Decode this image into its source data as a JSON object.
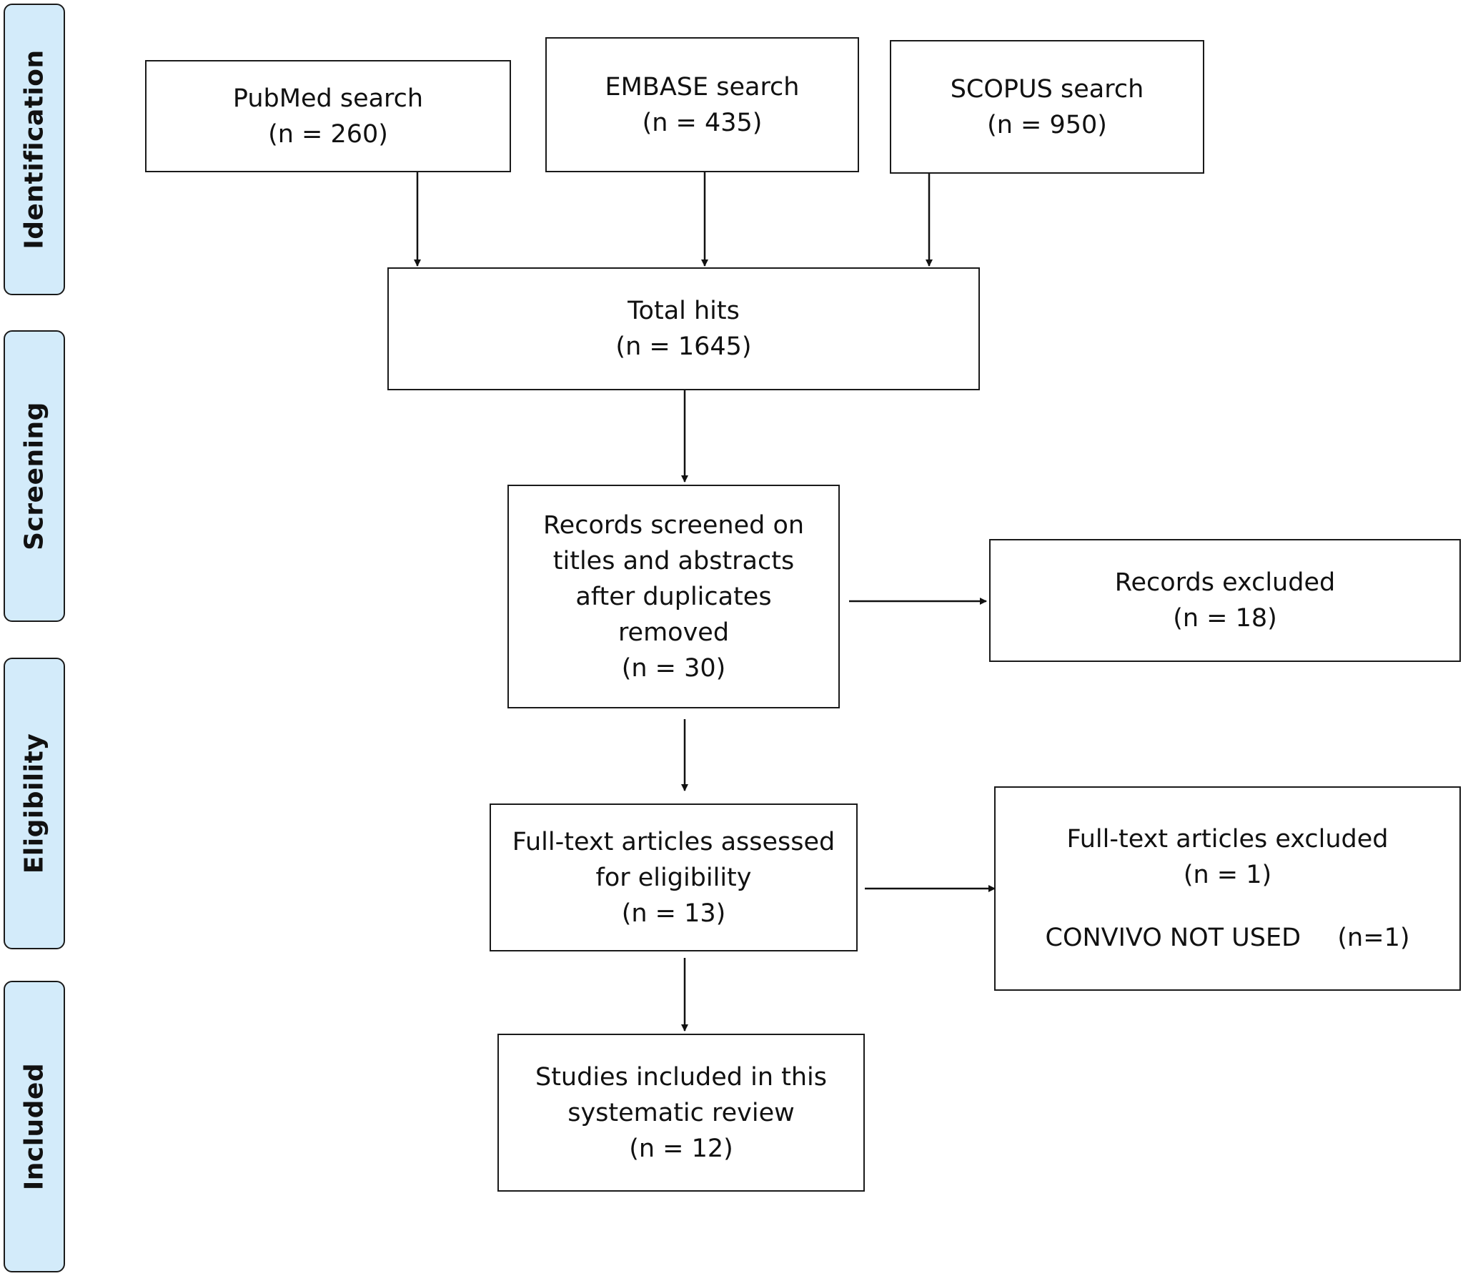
{
  "phases": {
    "identification": "Identification",
    "screening": "Screening",
    "eligibility": "Eligibility",
    "included": "Included"
  },
  "boxes": {
    "pubmed": {
      "label": "PubMed search",
      "count": "(n = 260)"
    },
    "embase": {
      "label": "EMBASE search",
      "count": "(n = 435)"
    },
    "scopus": {
      "label": "SCOPUS search",
      "count": "(n = 950)"
    },
    "total": {
      "label": "Total hits",
      "count": "(n = 1645)"
    },
    "screened": {
      "lines": [
        "Records screened on",
        "titles and abstracts",
        "after duplicates",
        "removed"
      ],
      "count": "(n = 30)"
    },
    "records_excluded": {
      "label": "Records excluded",
      "count": "(n = 18)"
    },
    "fulltext": {
      "lines": [
        "Full-text articles assessed",
        "for eligibility"
      ],
      "count": "(n = 13)"
    },
    "fulltext_excluded": {
      "label": "Full-text articles excluded",
      "count": "(n = 1)",
      "reason": "CONVIVO NOT USED",
      "reason_count": "(n=1)"
    },
    "included": {
      "lines": [
        "Studies included in this",
        "systematic review"
      ],
      "count": "(n = 12)"
    }
  }
}
